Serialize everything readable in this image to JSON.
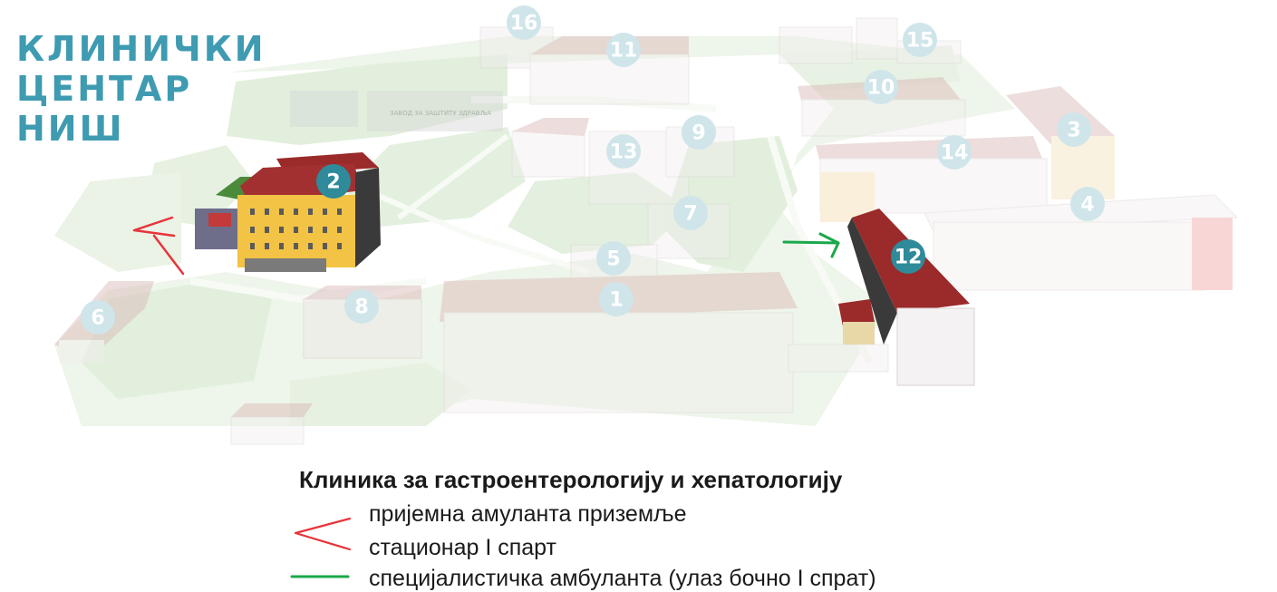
{
  "title": {
    "line1": "КЛИНИЧКИ",
    "line2": "ЦЕНТАР",
    "line3": "НИШ"
  },
  "map_labels": {
    "road_sign": "ЗАВОД ЗА ЗАШТИТУ ЗДРАВЉА"
  },
  "buildings": [
    {
      "number": "1",
      "highlighted": false
    },
    {
      "number": "2",
      "highlighted": true
    },
    {
      "number": "3",
      "highlighted": false
    },
    {
      "number": "4",
      "highlighted": false
    },
    {
      "number": "5",
      "highlighted": false
    },
    {
      "number": "6",
      "highlighted": false
    },
    {
      "number": "7",
      "highlighted": false
    },
    {
      "number": "8",
      "highlighted": false
    },
    {
      "number": "9",
      "highlighted": false
    },
    {
      "number": "10",
      "highlighted": false
    },
    {
      "number": "11",
      "highlighted": false
    },
    {
      "number": "12",
      "highlighted": true
    },
    {
      "number": "13",
      "highlighted": false
    },
    {
      "number": "14",
      "highlighted": false
    },
    {
      "number": "15",
      "highlighted": false
    },
    {
      "number": "16",
      "highlighted": false
    }
  ],
  "legend": {
    "title": "Клиника за гастроентерологију и хепатологију",
    "items": [
      {
        "text": "пријемна амуланта приземље",
        "color": "#e8343a"
      },
      {
        "text": "стационар I спарт",
        "color": "#e8343a"
      },
      {
        "text": "специјалистичка амбуланта (улаз бочно I спрат)",
        "color": "#1aa84a"
      }
    ]
  },
  "colors": {
    "title": "#3e9bb1",
    "badge": "#2f8a9a",
    "roof": "#9b2a2a",
    "facade": "#f2c344",
    "grass_faded": "#e2efdd",
    "red_arrow": "#e8343a",
    "green_arrow": "#1aa84a"
  }
}
